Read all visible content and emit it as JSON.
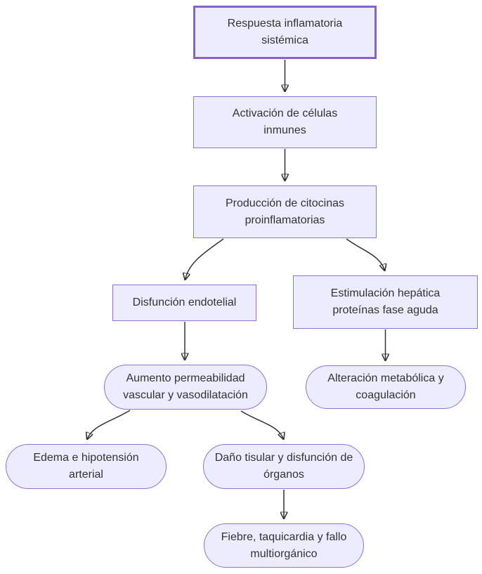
{
  "diagram": {
    "type": "flowchart",
    "direction": "top-to-bottom",
    "language": "es",
    "colors": {
      "node_fill": "#ECECFF",
      "node_border": "#9370DB",
      "root_node_border": "#8a5fd0",
      "text": "#333333",
      "edge": "#333333",
      "background": "#ffffff"
    },
    "nodes": {
      "respuesta": {
        "label": "Respuesta inflamatoria sistémica",
        "shape": "rectangle",
        "emphasis": "thick-border"
      },
      "activacion": {
        "label": "Activación de células inmunes",
        "shape": "rectangle"
      },
      "produccion": {
        "label": "Producción de citocinas proinflamatorias",
        "shape": "rectangle"
      },
      "disfuncion": {
        "label": "Disfunción endotelial",
        "shape": "rectangle"
      },
      "estimulacion": {
        "label": "Estimulación hepática proteínas fase aguda",
        "shape": "rectangle"
      },
      "aumento": {
        "label": "Aumento permeabilidad vascular y vasodilatación",
        "shape": "stadium"
      },
      "alteracion": {
        "label": "Alteración metabólica y coagulación",
        "shape": "stadium"
      },
      "edema": {
        "label": "Edema e hipotensión arterial",
        "shape": "stadium"
      },
      "dano": {
        "label": "Daño tisular y disfunción de órganos",
        "shape": "stadium"
      },
      "fiebre": {
        "label": "Fiebre, taquicardia y fallo multiorgánico",
        "shape": "stadium"
      }
    },
    "edges": [
      {
        "from": "respuesta",
        "to": "activacion"
      },
      {
        "from": "activacion",
        "to": "produccion"
      },
      {
        "from": "produccion",
        "to": "disfuncion"
      },
      {
        "from": "produccion",
        "to": "estimulacion"
      },
      {
        "from": "disfuncion",
        "to": "aumento"
      },
      {
        "from": "estimulacion",
        "to": "alteracion"
      },
      {
        "from": "aumento",
        "to": "edema"
      },
      {
        "from": "aumento",
        "to": "dano"
      },
      {
        "from": "dano",
        "to": "fiebre"
      }
    ]
  }
}
